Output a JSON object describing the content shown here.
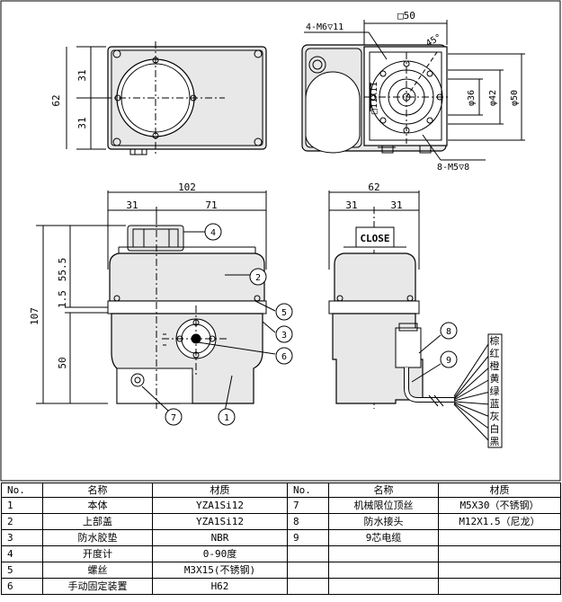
{
  "dimensions": {
    "height_total": "62",
    "half_upper": "31",
    "half_lower": "31",
    "square": "□50",
    "tapped_holes": "4-M6▽11",
    "hole_pattern": "8-M5▽8",
    "shaft_square": "□11X11",
    "dia_36": "φ36",
    "dia_42": "φ42",
    "dia_50": "φ50",
    "angle": "45°",
    "width_total": "102",
    "front_31": "31",
    "front_71": "71",
    "height_107": "107",
    "height_55": "55.5",
    "gap_15": "1.5",
    "height_50": "50",
    "side_62": "62",
    "side_31a": "31",
    "side_31b": "31",
    "indicator": "CLOSE"
  },
  "balloons": {
    "b1": "1",
    "b2": "2",
    "b3": "3",
    "b4": "4",
    "b5": "5",
    "b6": "6",
    "b7": "7",
    "b8": "8",
    "b9": "9"
  },
  "wire_colors": [
    "棕",
    "红",
    "橙",
    "黄",
    "绿",
    "蓝",
    "灰",
    "白",
    "黑"
  ],
  "parts_table": {
    "headers": [
      "No.",
      "名称",
      "材质",
      "No.",
      "名称",
      "材质"
    ],
    "rows": [
      [
        "1",
        "本体",
        "YZA1Si12",
        "7",
        "机械限位顶丝",
        "M5X30（不锈钢）"
      ],
      [
        "2",
        "上部盖",
        "YZA1Si12",
        "8",
        "防水接头",
        "M12X1.5（尼龙）"
      ],
      [
        "3",
        "防水胶垫",
        "NBR",
        "9",
        "9芯电缆",
        ""
      ],
      [
        "4",
        "开度计",
        "0-90度",
        "",
        "",
        ""
      ],
      [
        "5",
        "螺丝",
        "M3X15(不锈钢)",
        "",
        "",
        ""
      ],
      [
        "6",
        "手动固定装置",
        "H62",
        "",
        "",
        ""
      ]
    ]
  }
}
